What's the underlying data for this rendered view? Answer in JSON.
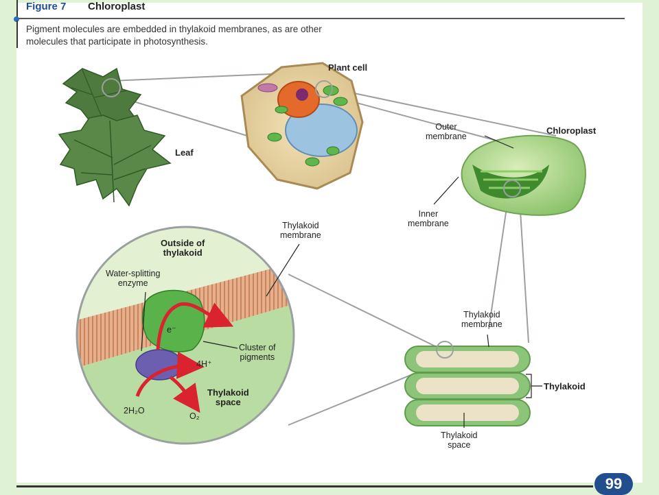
{
  "figure": {
    "number": "Figure 7",
    "title": "Chloroplast",
    "caption_line1": "Pigment molecules are embedded in thylakoid membranes, as are other",
    "caption_line2": "molecules that participate in photosynthesis."
  },
  "labels": {
    "leaf": "Leaf",
    "plant_cell": "Plant cell",
    "chloroplast": "Chloroplast",
    "outer_membrane": "Outer\nmembrane",
    "inner_membrane": "Inner\nmembrane",
    "thylakoid_membrane_upper": "Thylakoid\nmembrane",
    "outside_thylakoid": "Outside of\nthylakoid",
    "water_splitting_enzyme": "Water-splitting\nenzyme",
    "electron": "e⁻",
    "cluster_pigments": "Cluster of\npigments",
    "protons": "4H⁺",
    "water": "2H₂O",
    "oxygen": "O₂",
    "thylakoid_space_inner": "Thylakoid\nspace",
    "thylakoid_membrane_right": "Thylakoid\nmembrane",
    "thylakoid": "Thylakoid",
    "thylakoid_space_bottom": "Thylakoid\nspace"
  },
  "page_number": "99",
  "colors": {
    "background": "#dff2d6",
    "figure_number": "#1d4f91",
    "arrow_red": "#d9232e",
    "page_badge": "#234e8d"
  }
}
